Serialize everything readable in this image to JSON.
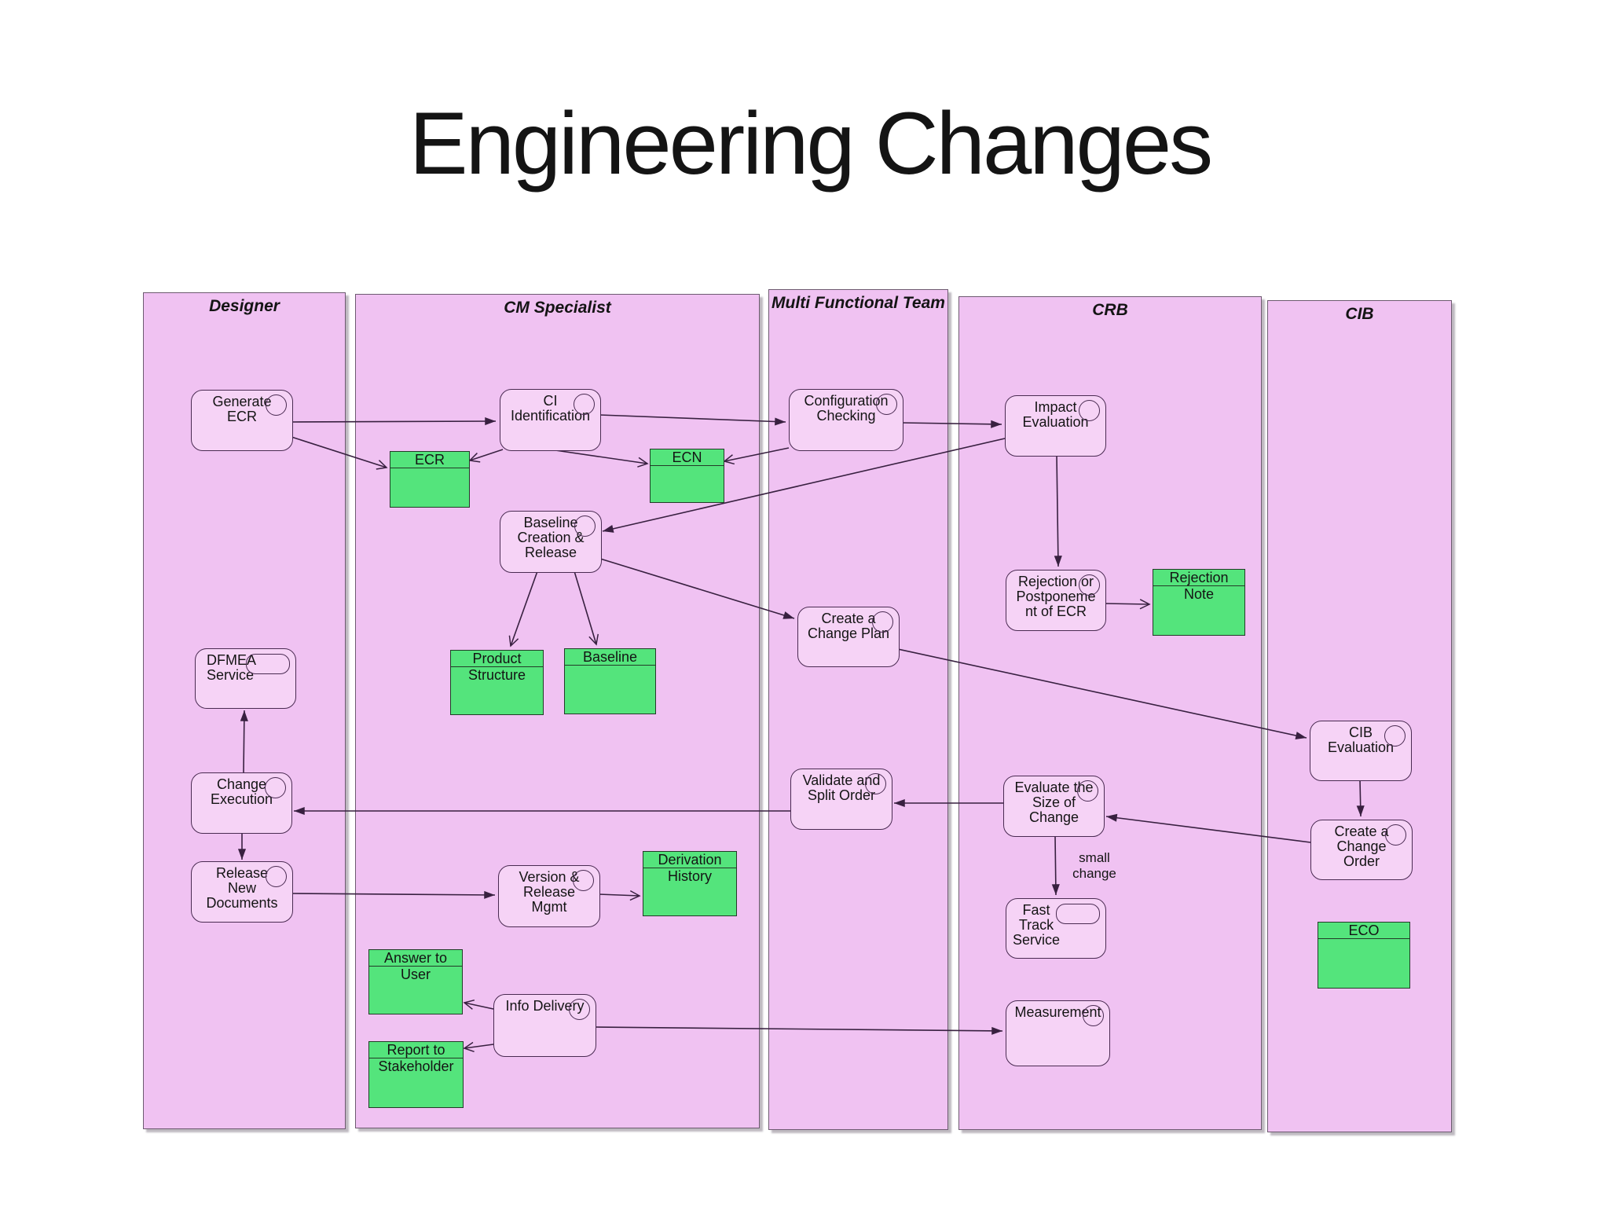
{
  "title": "Engineering Changes",
  "lanes": [
    {
      "label": "Designer"
    },
    {
      "label": "CM Specialist"
    },
    {
      "label": "Multi Functional Team"
    },
    {
      "label": "CRB"
    },
    {
      "label": "CIB"
    }
  ],
  "nodes": {
    "generate_ecr": {
      "label": "Generate\nECR",
      "lane": "Designer"
    },
    "ci_identification": {
      "label": "CI\nIdentification",
      "lane": "CM Specialist"
    },
    "configuration_checking": {
      "label": "Configuration\nChecking",
      "lane": "Multi Functional Team"
    },
    "impact_evaluation": {
      "label": "Impact\nEvaluation",
      "lane": "CRB"
    },
    "baseline_creation": {
      "label": "Baseline\nCreation &\nRelease",
      "lane": "CM Specialist"
    },
    "rejection_postponement": {
      "label": "Rejection or\nPostponeme\nnt of ECR",
      "lane": "CRB"
    },
    "create_change_plan": {
      "label": "Create a\nChange Plan",
      "lane": "Multi Functional Team"
    },
    "dfmea_service": {
      "label": "DFMEA\nService",
      "lane": "Designer"
    },
    "change_execution": {
      "label": "Change\nExecution",
      "lane": "Designer"
    },
    "validate_split_order": {
      "label": "Validate and\nSplit Order",
      "lane": "Multi Functional Team"
    },
    "evaluate_size_of_change": {
      "label": "Evaluate the\nSize of\nChange",
      "lane": "CRB"
    },
    "cib_evaluation": {
      "label": "CIB\nEvaluation",
      "lane": "CIB"
    },
    "create_change_order": {
      "label": "Create a\nChange\nOrder",
      "lane": "CIB"
    },
    "release_new_documents": {
      "label": "Release\nNew\nDocuments",
      "lane": "Designer"
    },
    "version_release_mgmt": {
      "label": "Version &\nRelease\nMgmt",
      "lane": "CM Specialist"
    },
    "fast_track_service": {
      "label": "Fast\nTrack\nService",
      "lane": "CRB"
    },
    "info_delivery": {
      "label": "Info Delivery",
      "lane": "CM Specialist"
    },
    "measurement": {
      "label": "Measurement",
      "lane": "CRB"
    }
  },
  "docs": {
    "ecr": {
      "label": "ECR"
    },
    "ecn": {
      "label": "ECN"
    },
    "rejection_note": {
      "label": "Rejection Note"
    },
    "product_structure": {
      "label": "Product\nStructure"
    },
    "baseline": {
      "label": "Baseline"
    },
    "derivation_history": {
      "label": "Derivation\nHistory"
    },
    "answer_to_user": {
      "label": "Answer to\nUser"
    },
    "report_to_stakeholder": {
      "label": "Report to\nStakeholder"
    },
    "eco": {
      "label": "ECO"
    }
  },
  "annotations": {
    "small_change": "small\nchange"
  },
  "colors": {
    "lane_fill": "#f0c2f2",
    "process_fill": "#f6d3f6",
    "doc_fill": "#54e47c",
    "outline": "#4a2b52",
    "wire": "#382040"
  }
}
